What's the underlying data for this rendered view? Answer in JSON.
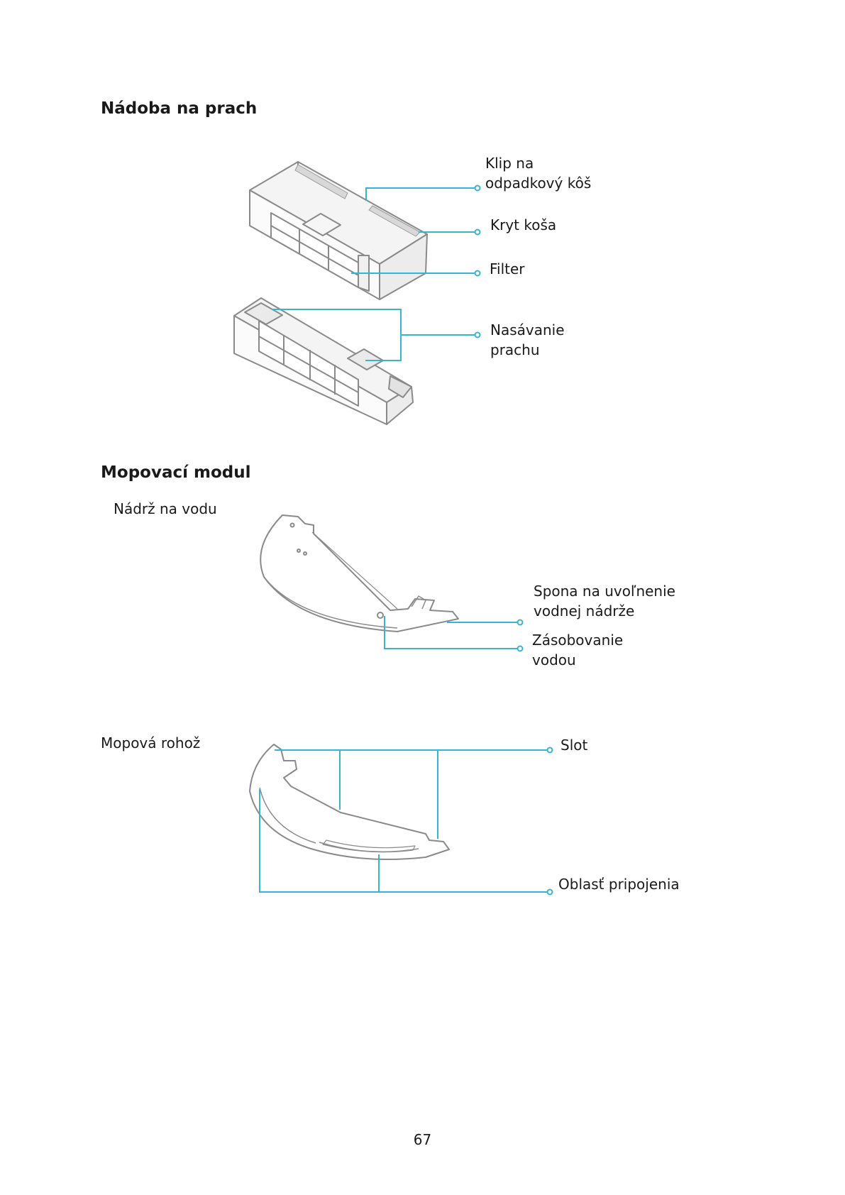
{
  "dust_section": {
    "title": "Nádoba na prach",
    "labels": {
      "clip": [
        "Klip na",
        "odpadkový kôš"
      ],
      "cover": [
        "Kryt koša"
      ],
      "filter": [
        "Filter"
      ],
      "suction": [
        "Nasávanie",
        "prachu"
      ]
    }
  },
  "mop_section": {
    "title": "Mopovací modul",
    "tank_label": "Nádrž na vodu",
    "tank_labels": {
      "release": [
        "Spona na uvoľnenie",
        "vodnej nádrže"
      ],
      "supply": [
        "Zásobovanie",
        "vodou"
      ]
    },
    "pad_label": "Mopová rohož",
    "pad_labels": {
      "slot": [
        "Slot"
      ],
      "attach": [
        "Oblasť pripojenia"
      ]
    }
  },
  "page_number": "67",
  "colors": {
    "callout": "#3ab3d2",
    "drawing": "#8a8a8a"
  }
}
